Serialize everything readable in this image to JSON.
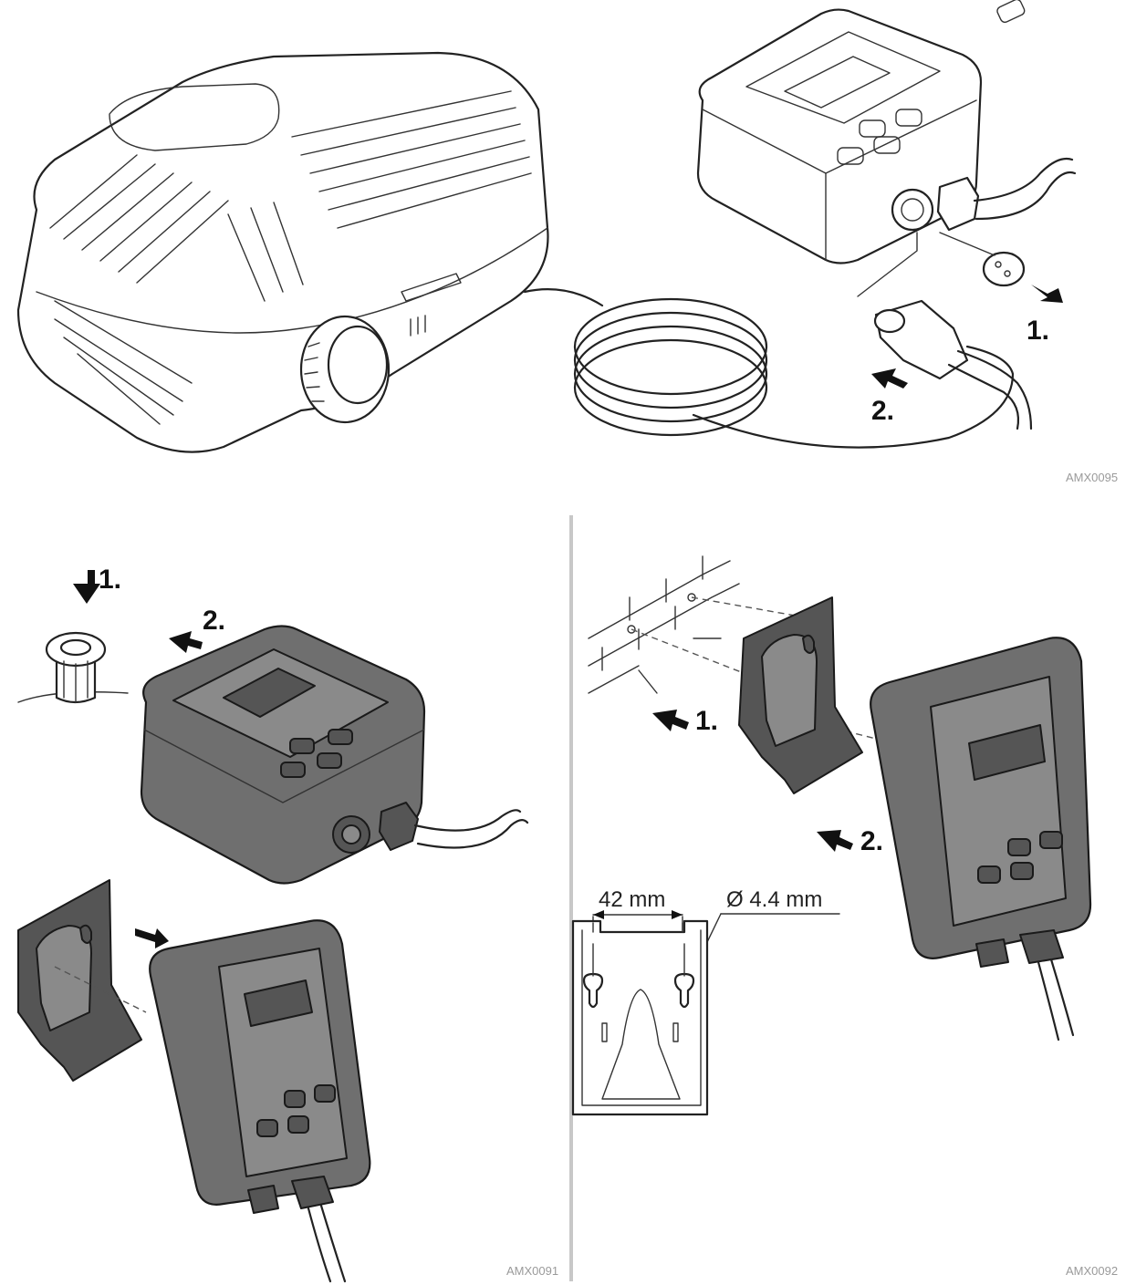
{
  "top_panel": {
    "step1_label": "1.",
    "step2_label": "2.",
    "figure_code": "AMX0095"
  },
  "bottom_left_panel": {
    "step1_label": "1.",
    "step2_label": "2.",
    "figure_code": "AMX0091"
  },
  "bottom_right_panel": {
    "step1_label": "1.",
    "step2_label": "2.",
    "hole_spacing": "42 mm",
    "hole_diameter": "Ø 4.4 mm",
    "figure_code": "AMX0092"
  },
  "colors": {
    "device_body": "#6f6f6f",
    "line_art": "#222222",
    "divider": "#c8c8c8"
  },
  "icons": [
    "arrow-icon",
    "pump-illustration",
    "controller-illustration",
    "wall-bracket-illustration"
  ]
}
